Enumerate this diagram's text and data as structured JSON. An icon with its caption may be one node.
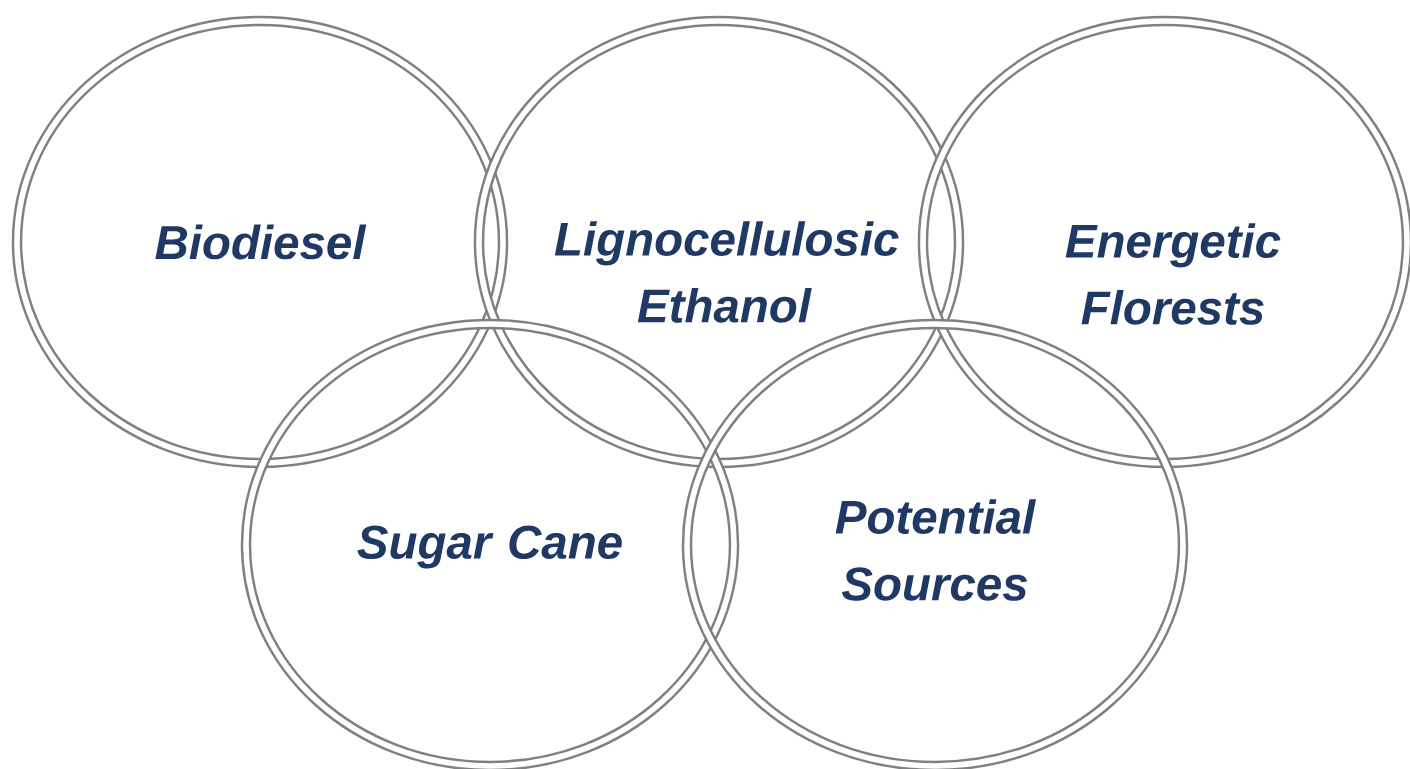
{
  "diagram": {
    "nodes": [
      {
        "text": [
          "Biodiesel"
        ]
      },
      {
        "text": [
          "Lignocellulosic Ethanol"
        ]
      },
      {
        "text": [
          "Energetic Florests"
        ]
      },
      {
        "text": [
          "Sugar Cane"
        ]
      },
      {
        "text": [
          "Potential Sources"
        ]
      }
    ]
  }
}
